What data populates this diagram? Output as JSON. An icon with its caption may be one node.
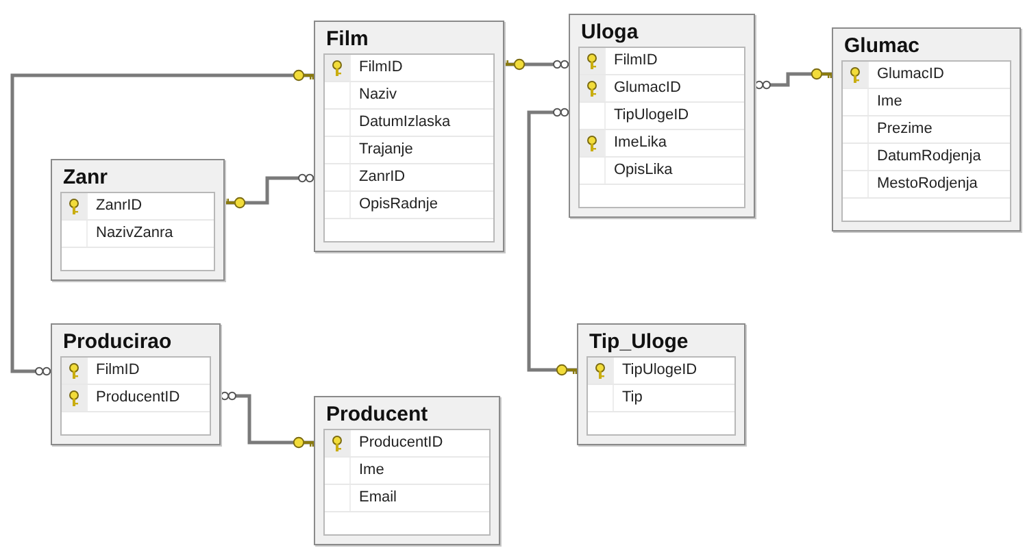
{
  "diagram": {
    "nodes": [
      {
        "text": [
          "Film",
          "FilmID",
          "Naziv",
          "DatumIzlaska",
          "Trajanje",
          "ZanrID",
          "OpisRadnje"
        ]
      },
      {
        "text": [
          "Uloga",
          "FilmID",
          "GlumacID",
          "TipUlogeID",
          "ImeLika",
          "OpisLika"
        ]
      },
      {
        "text": [
          "Glumac",
          "GlumacID",
          "Ime",
          "Prezime",
          "DatumRodjenja",
          "MestoRodjenja"
        ]
      },
      {
        "text": [
          "Zanr",
          "ZanrID",
          "NazivZanra"
        ]
      },
      {
        "text": [
          "Producirao",
          "FilmID",
          "ProducentID"
        ]
      },
      {
        "text": [
          "Producent",
          "ProducentID",
          "Ime",
          "Email"
        ]
      },
      {
        "text": [
          "Tip_Uloge",
          "TipUlogeID",
          "Tip"
        ]
      }
    ],
    "edges": [
      {
        "from": 1,
        "to": 0,
        "arrow": "other"
      },
      {
        "from": 1,
        "to": 2,
        "arrow": "other"
      },
      {
        "from": 0,
        "to": 3,
        "arrow": "other"
      },
      {
        "from": 4,
        "to": 0,
        "arrow": "other"
      },
      {
        "from": 4,
        "to": 5,
        "arrow": "other"
      },
      {
        "from": 1,
        "to": 6,
        "arrow": "other"
      }
    ]
  }
}
